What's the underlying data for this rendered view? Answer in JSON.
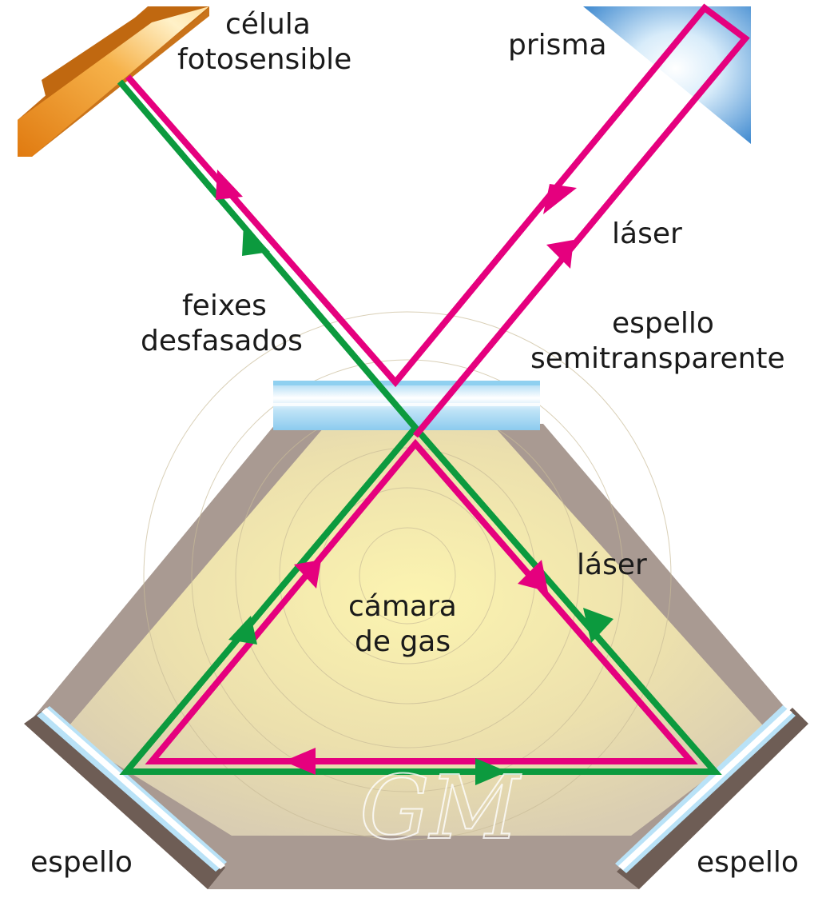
{
  "labels": {
    "photocell": [
      "célula",
      "fotosensible"
    ],
    "prism": "prisma",
    "laser_upper": "láser",
    "beams": [
      "feixes",
      "desfasados"
    ],
    "semi_mirror": [
      "espello",
      "semitransparente"
    ],
    "laser_lower": "láser",
    "chamber": [
      "cámara",
      "de gas"
    ],
    "mirror_left": "espello",
    "mirror_right": "espello"
  },
  "watermark": "GM",
  "colors": {
    "beam_magenta": "#e5007e",
    "beam_green": "#0c9a3e",
    "chamber_frame": "#a89890",
    "chamber_frame_dark": "#8d7c74",
    "chamber_inner": "#e9dcae",
    "chamber_glow": "#fbf2b5",
    "mirror_glass": "#a8d8f0",
    "mirror_back": "#7a6a62",
    "photocell": "#f0a030",
    "prism": "#3a8ad0"
  }
}
